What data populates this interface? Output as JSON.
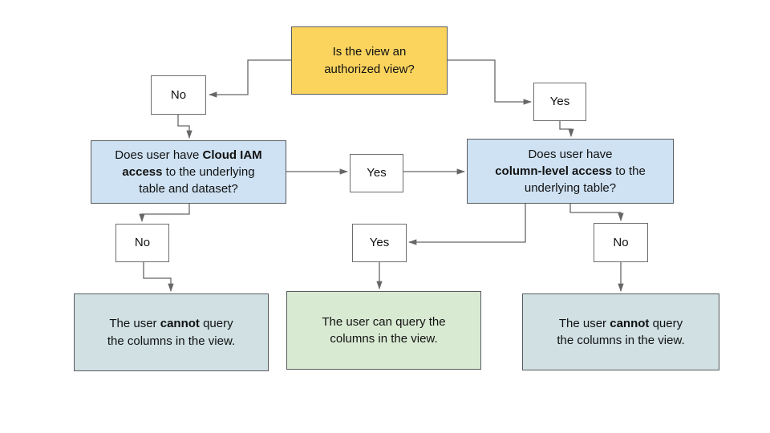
{
  "diagram": {
    "title_semantic": "authorized-view-access-decision-flowchart",
    "colors": {
      "question_yellow": "#FBD45E",
      "condition_blue": "#CFE2F3",
      "result_gray_cyan": "#D0E0E3",
      "result_green": "#D9EAD3",
      "box_border": "#595B5E",
      "connector_line": "#666666",
      "text": "#111111"
    },
    "nodes": {
      "start": {
        "rich": [
          {
            "t": "Is the view an"
          },
          {
            "br": true
          },
          {
            "t": "authorized view?"
          }
        ]
      },
      "no_top": {
        "label": "No"
      },
      "yes_top": {
        "label": "Yes"
      },
      "iam_question": {
        "rich": [
          {
            "t": "Does user have "
          },
          {
            "t": "Cloud IAM",
            "b": true
          },
          {
            "br": true
          },
          {
            "t": "access",
            "b": true
          },
          {
            "t": " to the underlying"
          },
          {
            "br": true
          },
          {
            "t": "table and dataset?"
          }
        ]
      },
      "yes_mid": {
        "label": "Yes"
      },
      "col_question": {
        "rich": [
          {
            "t": "Does user have"
          },
          {
            "br": true
          },
          {
            "t": "column-level access",
            "b": true
          },
          {
            "t": " to the"
          },
          {
            "br": true
          },
          {
            "t": "underlying table?"
          }
        ]
      },
      "no_left": {
        "label": "No"
      },
      "yes_bottom": {
        "label": "Yes"
      },
      "no_right": {
        "label": "No"
      },
      "result_left": {
        "rich": [
          {
            "t": "The user "
          },
          {
            "t": "cannot",
            "b": true
          },
          {
            "t": " query"
          },
          {
            "br": true
          },
          {
            "t": "the columns in the view."
          }
        ]
      },
      "result_center": {
        "rich": [
          {
            "t": "The user can query the"
          },
          {
            "br": true
          },
          {
            "t": "columns in the view."
          }
        ]
      },
      "result_right": {
        "rich": [
          {
            "t": "The user "
          },
          {
            "t": "cannot",
            "b": true
          },
          {
            "t": " query"
          },
          {
            "br": true
          },
          {
            "t": "the columns in the view."
          }
        ]
      }
    }
  }
}
